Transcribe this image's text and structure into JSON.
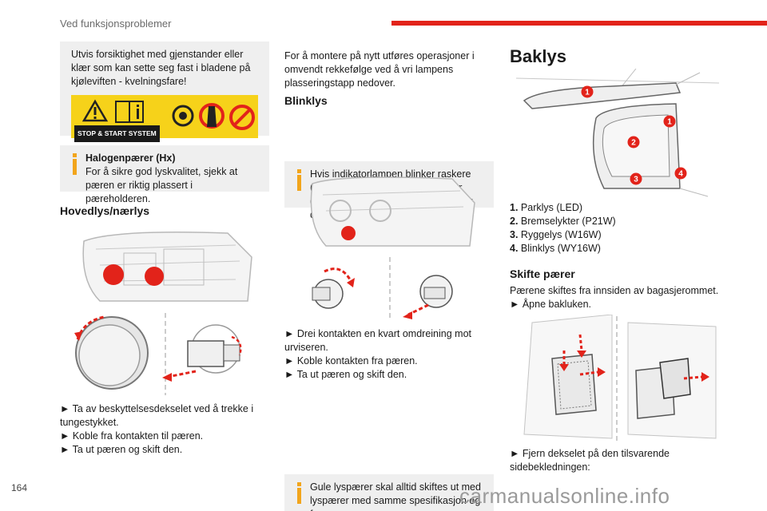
{
  "header": {
    "section": "Ved funksjonsproblemer"
  },
  "page_number": "164",
  "watermark": "carmanualsonline.info",
  "col1": {
    "warning_text": "Utvis forsiktighet med gjenstander eller klær som kan sette seg fast i bladene på kjøleviften - kvelningsfare!",
    "stop_start_label": "STOP & START SYSTEM",
    "halogen_title": "Halogenpærer (Hx)",
    "halogen_text": "For å sikre god lyskvalitet, sjekk at pæren er riktig plassert i pæreholderen.",
    "heading": "Hovedlys/nærlys",
    "steps": [
      "► Ta av beskyttelsesdekselet ved å trekke i tungestykket.",
      "► Koble fra kontakten til pæren.",
      "► Ta ut pæren og skift den."
    ]
  },
  "col2": {
    "intro": "For å montere på nytt utføres operasjoner i omvendt rekkefølge ved å vri lampens plasseringstapp nedover.",
    "heading": "Blinklys",
    "info_text": "Hvis indikatorlampen blinker raskere (på høyre eller venstre side), betyr dette at pæren på tilsvarende side er defekt.",
    "steps": [
      "► Drei kontakten en kvart omdreining mot urviseren.",
      "► Koble kontakten fra pæren.",
      "► Ta ut pæren og skift den."
    ],
    "info2_text": "Gule lyspærer skal alltid skiftes ut med lyspærer med samme spesifikasjon og farge."
  },
  "col3": {
    "title": "Baklys",
    "callouts": [
      "1",
      "1",
      "2",
      "3",
      "4"
    ],
    "legend": [
      {
        "num": "1.",
        "text": "Parklys (LED)"
      },
      {
        "num": "2.",
        "text": "Bremselykter (P21W)"
      },
      {
        "num": "3.",
        "text": "Ryggelys (W16W)"
      },
      {
        "num": "4.",
        "text": "Blinklys (WY16W)"
      }
    ],
    "heading": "Skifte pærer",
    "intro": "Pærene skiftes fra innsiden av bagasjerommet.",
    "step1": "► Åpne bakluken.",
    "step2": "► Fjern dekselet på den tilsvarende sidebekledningen:"
  },
  "colors": {
    "accent": "#e2231a",
    "info": "#f2a51c",
    "box": "#efefef"
  }
}
